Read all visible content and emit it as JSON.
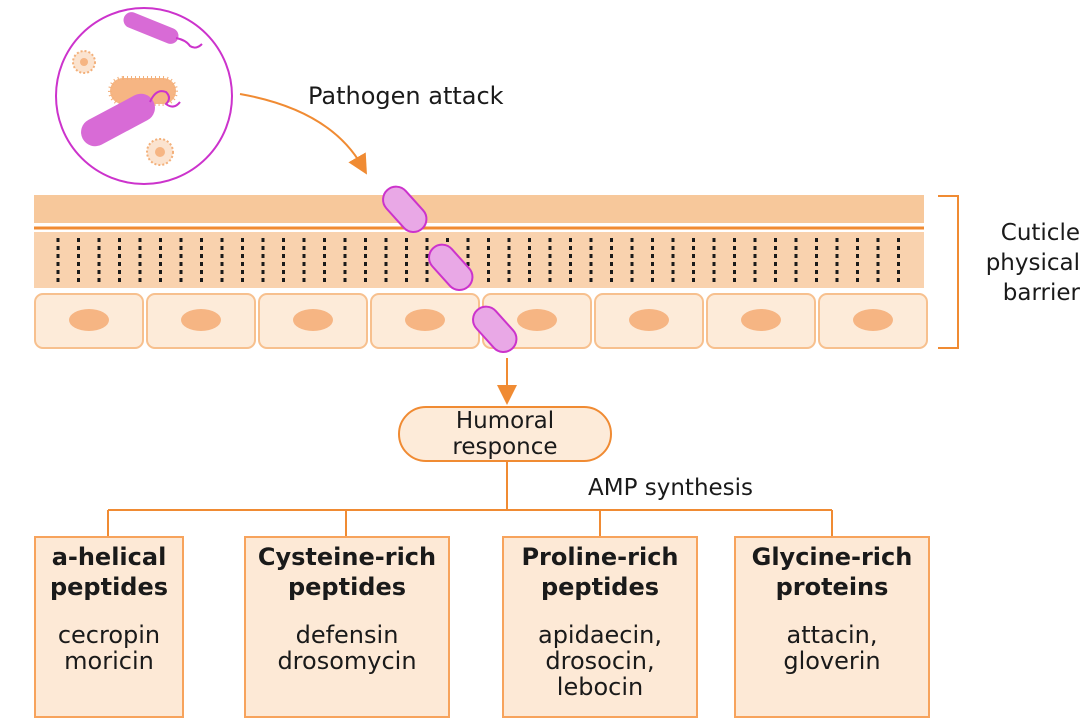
{
  "labels": {
    "pathogen_attack": "Pathogen attack",
    "cuticle_line1": "Cuticle",
    "cuticle_line2": "physical",
    "cuticle_line3": "barrier",
    "humoral_line1": "Humoral",
    "humoral_line2": "responce",
    "amp_synthesis": "AMP synthesis"
  },
  "categories": [
    {
      "title_line1": "a-helical",
      "title_line2": "peptides",
      "item_line1": "cecropin",
      "item_line2": "moricin",
      "item_line3": ""
    },
    {
      "title_line1": "Cysteine-rich",
      "title_line2": "peptides",
      "item_line1": "defensin",
      "item_line2": "drosomycin",
      "item_line3": ""
    },
    {
      "title_line1": "Proline-rich",
      "title_line2": "peptides",
      "item_line1": "apidaecin,",
      "item_line2": "drosocin,",
      "item_line3": "lebocin"
    },
    {
      "title_line1": "Glycine-rich",
      "title_line2": "proteins",
      "item_line1": "attacin,",
      "item_line2": "gloverin",
      "item_line3": ""
    }
  ],
  "colors": {
    "accent_orange": "#f08b33",
    "cuticle_fill": "#f7c89b",
    "cell_fill": "#fdebd9",
    "bacteria_magenta": "#d86bd6",
    "circle_border": "#cc33cc"
  }
}
